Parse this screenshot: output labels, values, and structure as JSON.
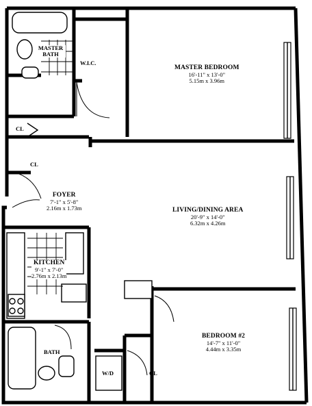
{
  "rooms": {
    "master_bedroom": {
      "name": "MASTER BEDROOM",
      "dim_imperial": "16'-11\" x 13'-0\"",
      "dim_metric": "5.15m x 3.96m"
    },
    "living_dining": {
      "name": "LIVING/DINING AREA",
      "dim_imperial": "20'-9\" x 14'-0\"",
      "dim_metric": "6.32m x 4.26m"
    },
    "foyer": {
      "name": "FOYER",
      "dim_imperial": "7'-1\" x 5'-8\"",
      "dim_metric": "2.16m x 1.73m"
    },
    "kitchen": {
      "name": "KITCHEN",
      "dim_imperial": "9'-1\" x 7'-0\"",
      "dim_metric": "2.76m x 2.13m"
    },
    "bedroom_2": {
      "name": "BEDROOM #2",
      "dim_imperial": "14'-7\" x 11'-0\"",
      "dim_metric": "4.44m x 3.35m"
    }
  },
  "labels": {
    "master_bath": "MASTER BATH",
    "wic": "W.I.C.",
    "closet_1": "CL",
    "closet_2": "CL",
    "closet_3": "CL",
    "bath": "BATH",
    "washer_dryer": "W/D"
  }
}
